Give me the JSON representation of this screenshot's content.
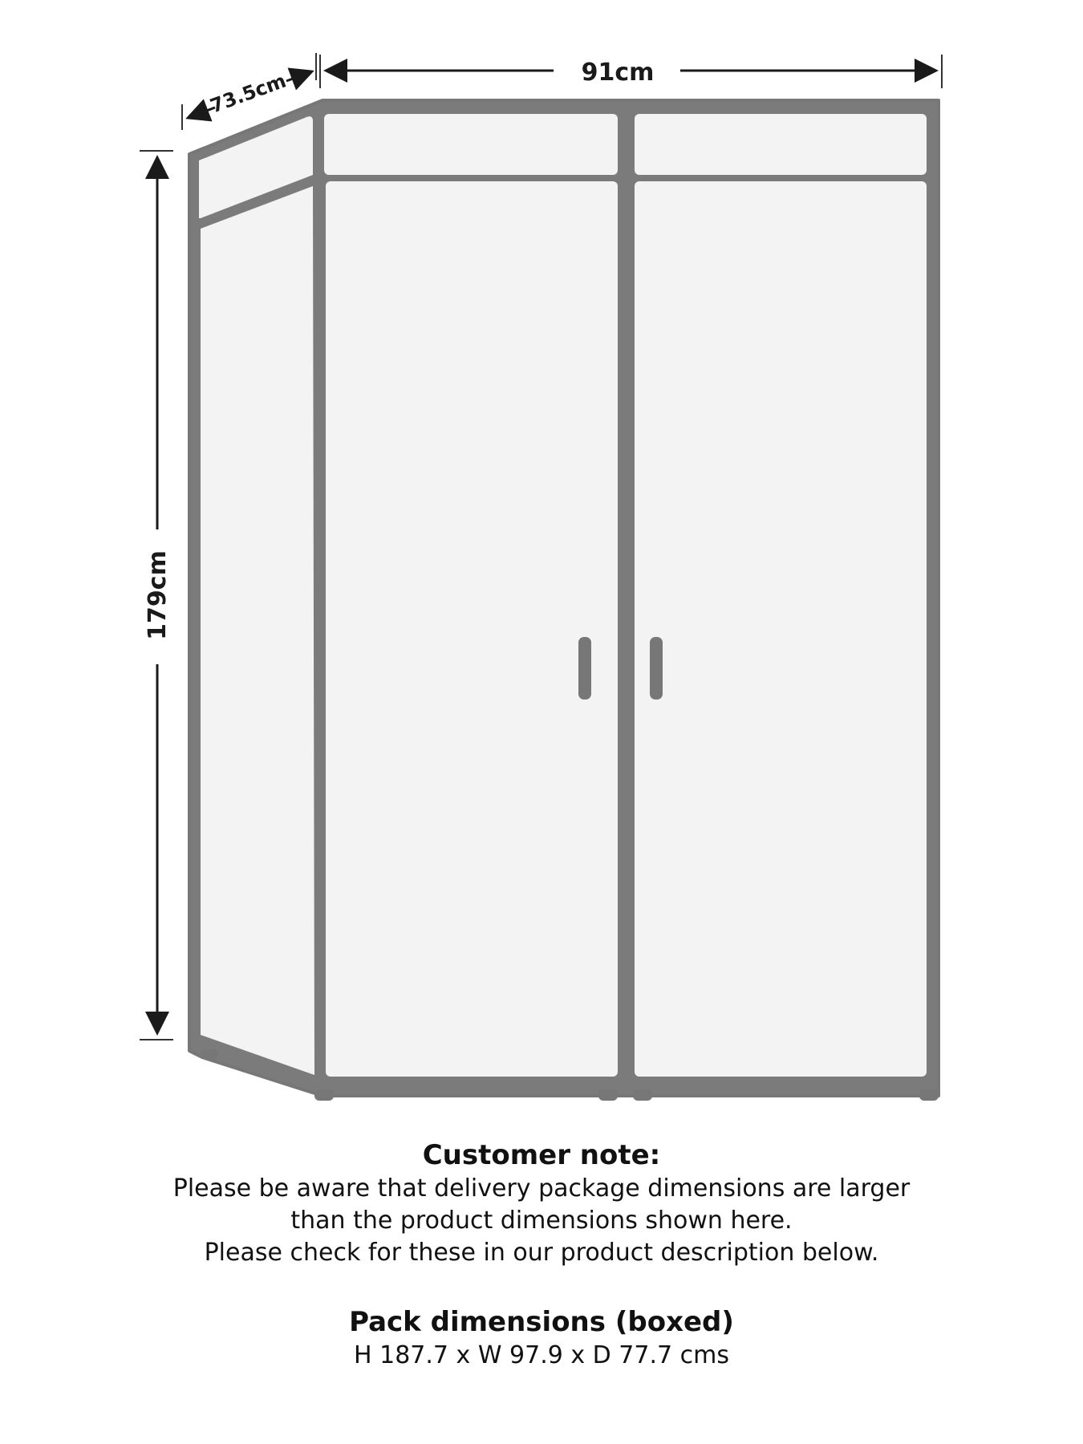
{
  "dimensions": {
    "width_label": "91cm",
    "depth_label": "73.5cm",
    "height_label": "179cm"
  },
  "colors": {
    "outline": "#777777",
    "panel_fill": "#f3f3f3",
    "text": "#111111"
  },
  "customer_note": {
    "heading": "Customer note:",
    "lines": [
      "Please be aware that delivery package dimensions are larger",
      "than the product dimensions shown here.",
      "Please check for these in our product description below."
    ]
  },
  "pack_dimensions": {
    "heading": "Pack dimensions (boxed)",
    "value": "H 187.7 x W 97.9 x D 77.7 cms"
  }
}
